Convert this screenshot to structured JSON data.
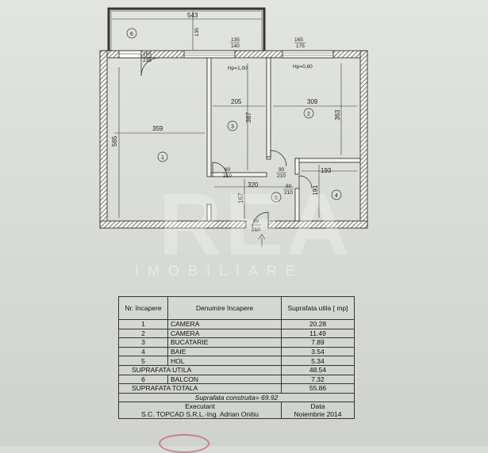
{
  "plan": {
    "dims": {
      "balcony_w": "543",
      "balcony_h": "135",
      "window_top_1_w": "135",
      "window_top_1_h": "140",
      "window_top_2_w": "165",
      "window_top_2_h": "175",
      "window_left_w": "165",
      "window_left_h": "235",
      "hp_1": "Hp=1,00",
      "hp_2": "Hp=0,60",
      "room1_w": "359",
      "room1_h": "565",
      "room3_w": "205",
      "room3_h": "387",
      "room2_w": "309",
      "room2_h": "363",
      "door_a_w": "80",
      "door_a_h": "210",
      "door_b_w": "90",
      "door_b_h": "210",
      "door_c_w": "80",
      "door_c_h": "210",
      "room4_w": "193",
      "room4_h": "191",
      "hall_w": "320",
      "hall_h": "167",
      "entry_w": "90",
      "entry_h": "210"
    },
    "room_labels": [
      "1",
      "2",
      "3",
      "4",
      "5",
      "6"
    ]
  },
  "watermark": {
    "logo": "REA",
    "sub": "IMOBILIARE"
  },
  "table": {
    "header": {
      "num": "Nr. încapere",
      "name": "Denumire încapere",
      "area": "Suprafata utila [ mp]"
    },
    "rooms": [
      {
        "num": "1",
        "name": "CAMERA",
        "area": "20.28"
      },
      {
        "num": "2",
        "name": "CAMERA",
        "area": "11.49"
      },
      {
        "num": "3",
        "name": "BUCATARIE",
        "area": "7.89"
      },
      {
        "num": "4",
        "name": "BAIE",
        "area": "3.54"
      },
      {
        "num": "5",
        "name": "HOL",
        "area": "5.34"
      }
    ],
    "useful_label": "SUPRAFATA UTILA",
    "useful_value": "48.54",
    "balcony": {
      "num": "6",
      "name": "BALCON",
      "area": "7.32"
    },
    "total_label": "SUPRAFATA TOTALA",
    "total_value": "55.86",
    "built": "Suprafata construita= 69.92",
    "executant_label": "Executant",
    "executant": "S.C. TOPCAD S.R.L.-Ing. Adrian Onitiu",
    "date_label": "Data",
    "date": "Noiembrie 2014"
  }
}
